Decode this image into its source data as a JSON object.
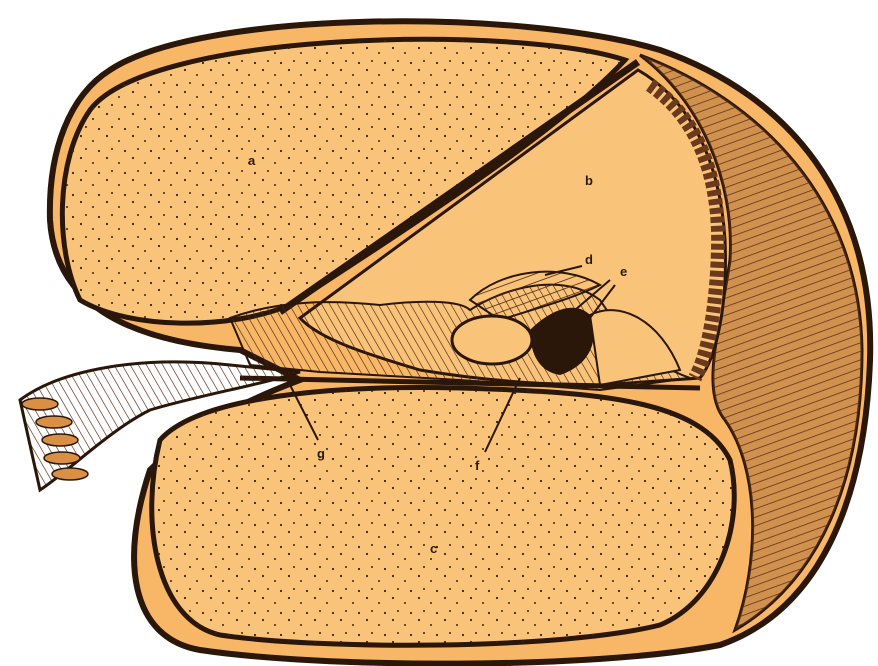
{
  "figure": {
    "labels": {
      "a": "a",
      "b": "b",
      "c": "c",
      "d": "d",
      "e": "e",
      "f": "f",
      "g": "g"
    },
    "colors": {
      "fill": "#f7b766",
      "fill_light": "#f9c47a",
      "outline": "#2b160a",
      "tissue": "#6b3a1c",
      "tissue_light": "#c98a4c"
    }
  }
}
